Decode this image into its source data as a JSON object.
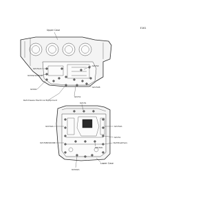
{
  "diagram": {
    "code": "E161",
    "upper_case_label": "Upper Case",
    "lower_case_label": "Lower Case",
    "callouts_upper": {
      "right_top": "92150",
      "left_1": "92151A",
      "left_2": "92002/92002A",
      "left_3": "92002",
      "right_mid": "92151B",
      "ref_chassis": "Ref.Chassis Electrical Equipment",
      "bottom": "92151"
    },
    "callouts_lower": {
      "top": "92151",
      "left_1": "92150A",
      "left_2": "92150B/92200",
      "right_1": "92150A",
      "right_2": "92151",
      "ref_breathers": "Ref.Breathers",
      "mid": "92150C",
      "bottom": "92002A"
    }
  }
}
